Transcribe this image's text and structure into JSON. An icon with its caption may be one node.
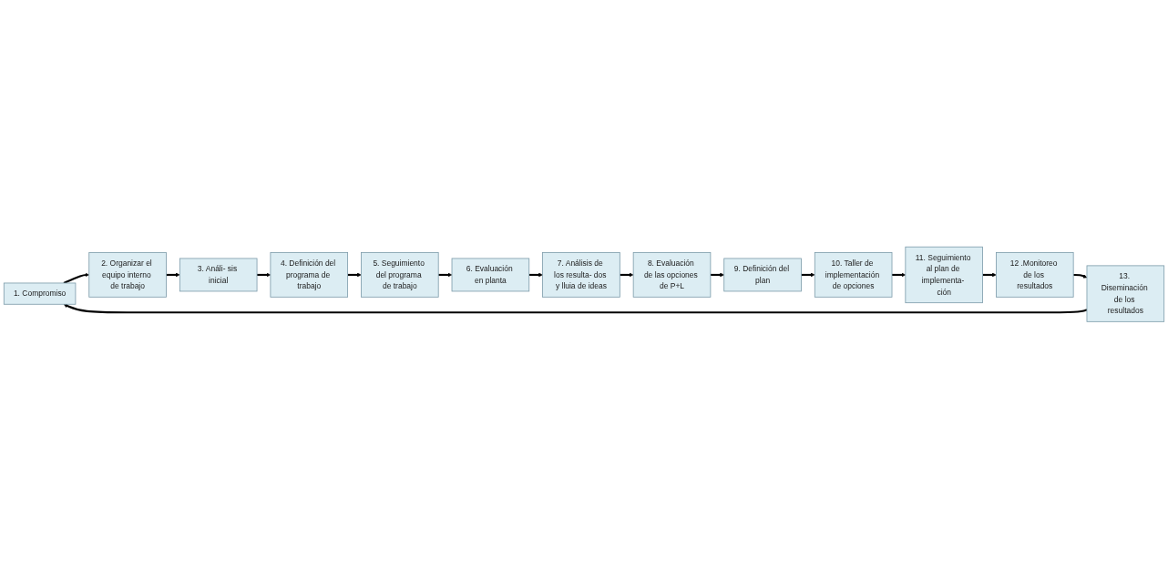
{
  "diagram": {
    "nodes": [
      {
        "text": [
          "1. Compromiso"
        ]
      },
      {
        "text": [
          "2. Organizar el equipo interno de trabajo"
        ]
      },
      {
        "text": [
          "3. Análi- sis inicial"
        ]
      },
      {
        "text": [
          "4. Definición del programa de trabajo"
        ]
      },
      {
        "text": [
          "5. Seguimiento del programa de trabajo"
        ]
      },
      {
        "text": [
          "6. Evaluación en planta"
        ]
      },
      {
        "text": [
          "7. Análisis de los resulta- dos y lluia de ideas"
        ]
      },
      {
        "text": [
          "8. Evaluación de las opciones de P+L"
        ]
      },
      {
        "text": [
          "9. Definición del plan"
        ]
      },
      {
        "text": [
          "10. Taller de implementación de opciones"
        ]
      },
      {
        "text": [
          "11. Seguimiento al plan de implementa- ción"
        ]
      },
      {
        "text": [
          "12 .Monitoreo de los resultados"
        ]
      },
      {
        "text": [
          "13. Diseminación de los resultados"
        ]
      }
    ],
    "edges": [
      {
        "from": 0,
        "to": 1,
        "arrow": "to"
      },
      {
        "from": 1,
        "to": 2,
        "arrow": "to"
      },
      {
        "from": 2,
        "to": 3,
        "arrow": "to"
      },
      {
        "from": 3,
        "to": 4,
        "arrow": "to"
      },
      {
        "from": 4,
        "to": 5,
        "arrow": "to"
      },
      {
        "from": 5,
        "to": 6,
        "arrow": "to"
      },
      {
        "from": 6,
        "to": 7,
        "arrow": "to"
      },
      {
        "from": 7,
        "to": 8,
        "arrow": "to"
      },
      {
        "from": 8,
        "to": 9,
        "arrow": "to"
      },
      {
        "from": 9,
        "to": 10,
        "arrow": "to"
      },
      {
        "from": 10,
        "to": 11,
        "arrow": "to"
      },
      {
        "from": 11,
        "to": 12,
        "arrow": "to"
      },
      {
        "from": 12,
        "to": 0,
        "arrow": "to"
      }
    ]
  }
}
